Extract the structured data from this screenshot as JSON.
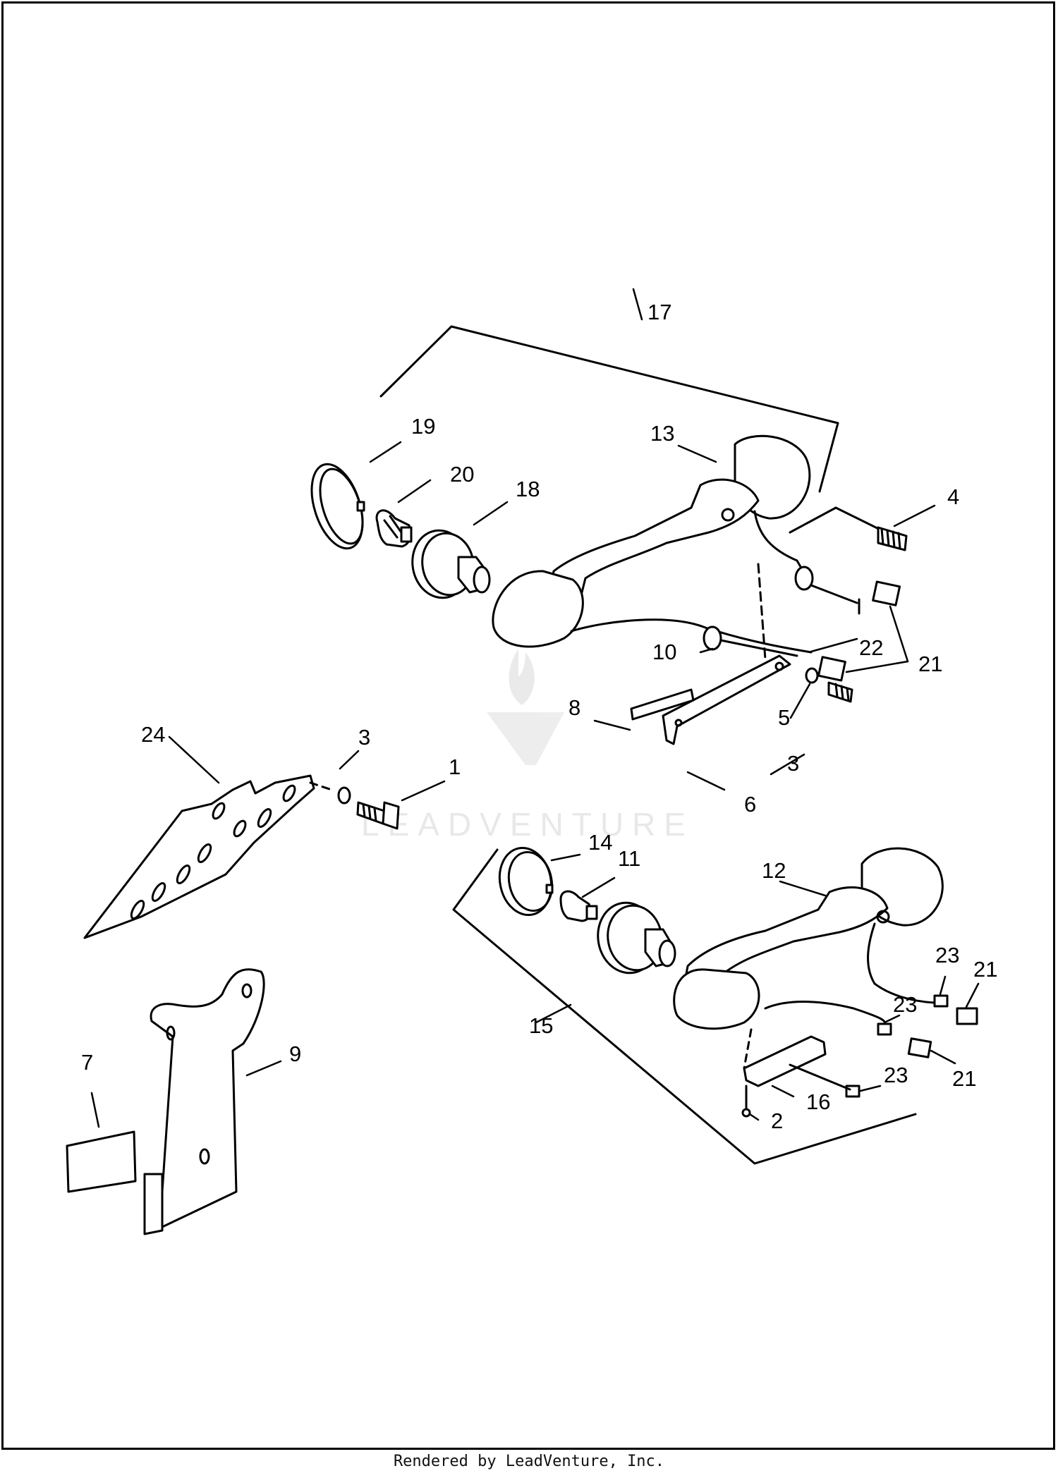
{
  "watermark": {
    "text": "LEADVENTURE"
  },
  "footer": {
    "text": "Rendered by LeadVenture, Inc."
  },
  "callouts": {
    "c17": "17",
    "c19": "19",
    "c13": "13",
    "c20": "20",
    "c18": "18",
    "c4": "4",
    "c22": "22",
    "c21a": "21",
    "c10": "10",
    "c8": "8",
    "c24": "24",
    "c3a": "3",
    "c1": "1",
    "c5": "5",
    "c3b": "3",
    "c6": "6",
    "c14": "14",
    "c11": "11",
    "c12": "12",
    "c23a": "23",
    "c21b": "21",
    "c23b": "23",
    "c15": "15",
    "c21c": "21",
    "c23c": "23",
    "c16": "16",
    "c2": "2",
    "c7": "7",
    "c9": "9"
  }
}
